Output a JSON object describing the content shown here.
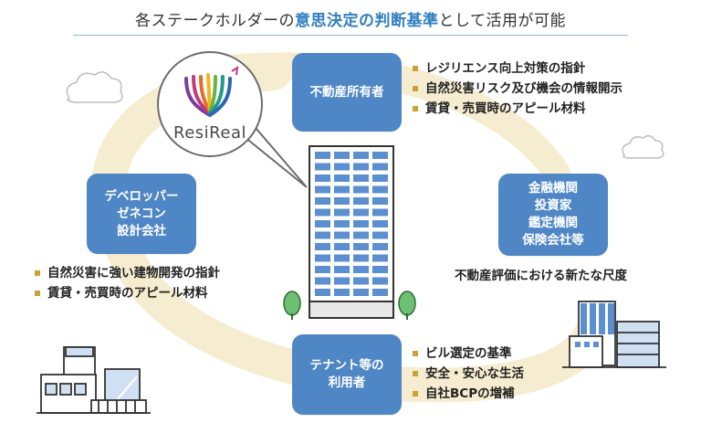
{
  "title": {
    "prefix": "各ステークホルダーの",
    "highlight": "意思決定の判断基準",
    "suffix": "として活用が可能"
  },
  "logo": {
    "text": "ResiReal"
  },
  "stakeholders": {
    "owner": {
      "label": "不動産所有者",
      "items": [
        "レジリエンス向上対策の指針",
        "自然災害リスク及び機会の情報開示",
        "賃貸・売買時のアピール材料"
      ]
    },
    "developer": {
      "label_lines": [
        "デベロッパー",
        "ゼネコン",
        "設計会社"
      ],
      "items": [
        "自然災害に強い建物開発の指針",
        "賃貸・売買時のアピール材料"
      ]
    },
    "finance": {
      "label_lines": [
        "金融機関",
        "投資家",
        "鑑定機関",
        "保険会社等"
      ],
      "caption": "不動産評価における新たな尺度"
    },
    "tenant": {
      "label_lines": [
        "テナント等の",
        "利用者"
      ],
      "items": [
        "ビル選定の基準",
        "安全・安心な生活",
        "自社BCPの増補"
      ]
    }
  },
  "colors": {
    "box": "#4f86c6",
    "bullet": "#c9a23a",
    "highlight": "#2f7fc1",
    "swirl": "#f6ecd0",
    "building_glass": "#5b8fd0"
  },
  "icons": [
    "cloud-icon",
    "tower-building-icon",
    "tree-icon",
    "city-buildings-icon",
    "resireal-logo-icon"
  ]
}
